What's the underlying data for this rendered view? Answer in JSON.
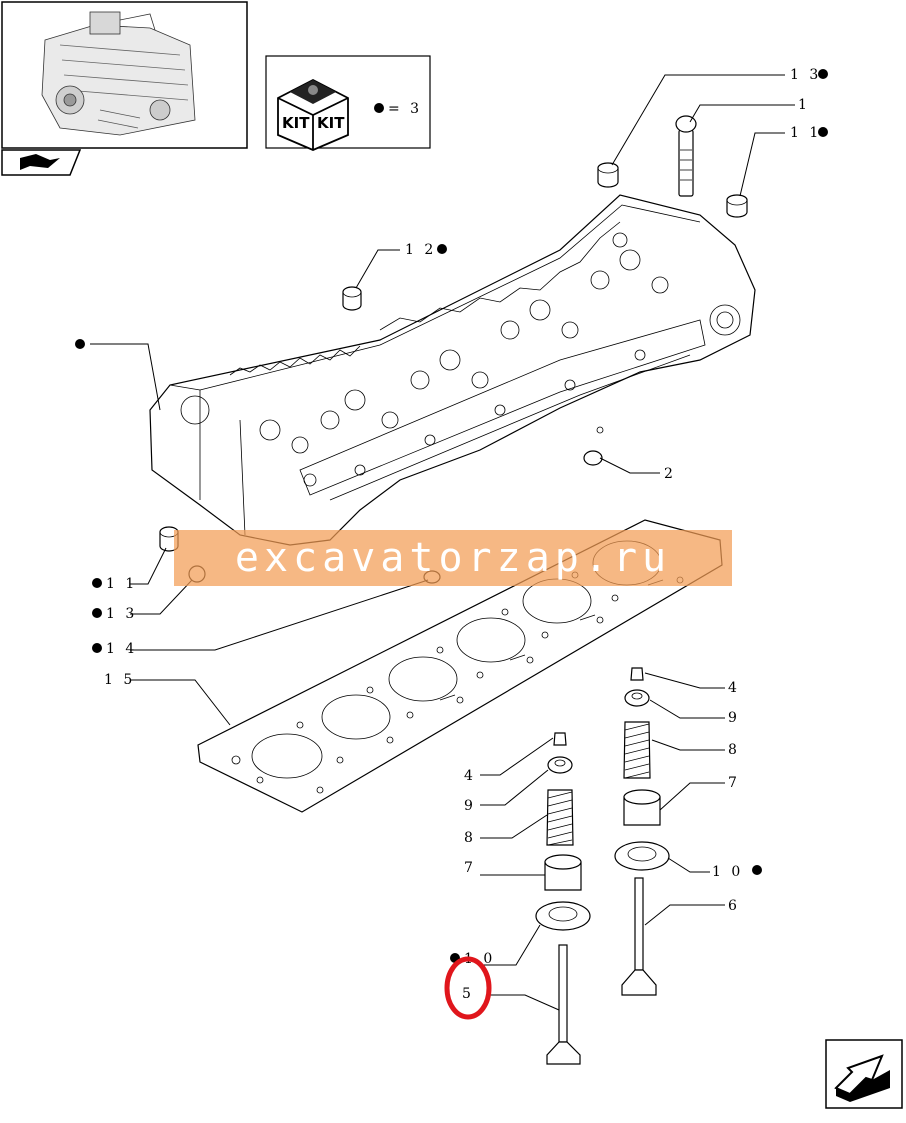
{
  "kit_box": {
    "word": "KIT",
    "equals_text": "= 3"
  },
  "watermark": {
    "text": "excavatorzap.ru"
  },
  "callouts": [
    {
      "id": "c13a",
      "text": "1 3",
      "dot": true
    },
    {
      "id": "c1",
      "text": "1",
      "dot": false
    },
    {
      "id": "c11a",
      "text": "1 1",
      "dot": true
    },
    {
      "id": "c12",
      "text": "1 2",
      "dot": true
    },
    {
      "id": "c2",
      "text": "2",
      "dot": false
    },
    {
      "id": "c11b",
      "text": "1 1",
      "dot": true
    },
    {
      "id": "c13b",
      "text": "1 3",
      "dot": true
    },
    {
      "id": "c14",
      "text": "1 4",
      "dot": true
    },
    {
      "id": "c15",
      "text": "1 5",
      "dot": false
    },
    {
      "id": "c4a",
      "text": "4",
      "dot": false
    },
    {
      "id": "c9a",
      "text": "9",
      "dot": false
    },
    {
      "id": "c8a",
      "text": "8",
      "dot": false
    },
    {
      "id": "c7a",
      "text": "7",
      "dot": false
    },
    {
      "id": "c10a",
      "text": "1 0",
      "dot": true
    },
    {
      "id": "c6",
      "text": "6",
      "dot": false
    },
    {
      "id": "c4b",
      "text": "4",
      "dot": false
    },
    {
      "id": "c9b",
      "text": "9",
      "dot": false
    },
    {
      "id": "c8b",
      "text": "8",
      "dot": false
    },
    {
      "id": "c7b",
      "text": "7",
      "dot": false
    },
    {
      "id": "c10b",
      "text": "1 0",
      "dot": true
    },
    {
      "id": "c5",
      "text": "5",
      "dot": false
    }
  ],
  "highlight": {
    "target": "5",
    "color": "#e0161c"
  },
  "colors": {
    "line": "#000000",
    "watermark": "#f39c54"
  },
  "icons": [
    "engine-thumbnail-icon",
    "kit-box-icon",
    "book-pointer-icon",
    "next-page-arrow-icon"
  ]
}
